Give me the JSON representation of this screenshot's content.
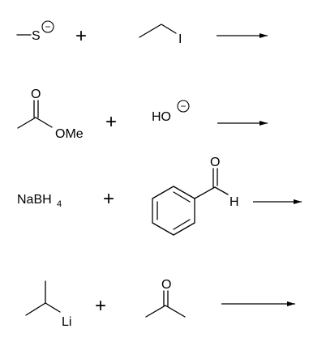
{
  "reactions": [
    {
      "reagent_a": {
        "name": "methanethiolate",
        "atom": "S",
        "charge": "−"
      },
      "operator": "+",
      "reagent_b": {
        "name": "iodoethane",
        "atom": "I"
      }
    },
    {
      "reagent_a": {
        "name": "methyl acetate",
        "atom_o": "O",
        "group": "OMe"
      },
      "operator": "+",
      "reagent_b": {
        "name": "hydroxide",
        "text": "HO",
        "charge": "−"
      }
    },
    {
      "reagent_a": {
        "name": "sodium borohydride",
        "text": "NaBH",
        "subscript": "4"
      },
      "operator": "+",
      "reagent_b": {
        "name": "benzaldehyde",
        "atom_o": "O",
        "atom_h": "H"
      }
    },
    {
      "reagent_a": {
        "name": "isopropyllithium",
        "atom": "Li"
      },
      "operator": "+",
      "reagent_b": {
        "name": "acetone",
        "atom_o": "O"
      }
    }
  ]
}
